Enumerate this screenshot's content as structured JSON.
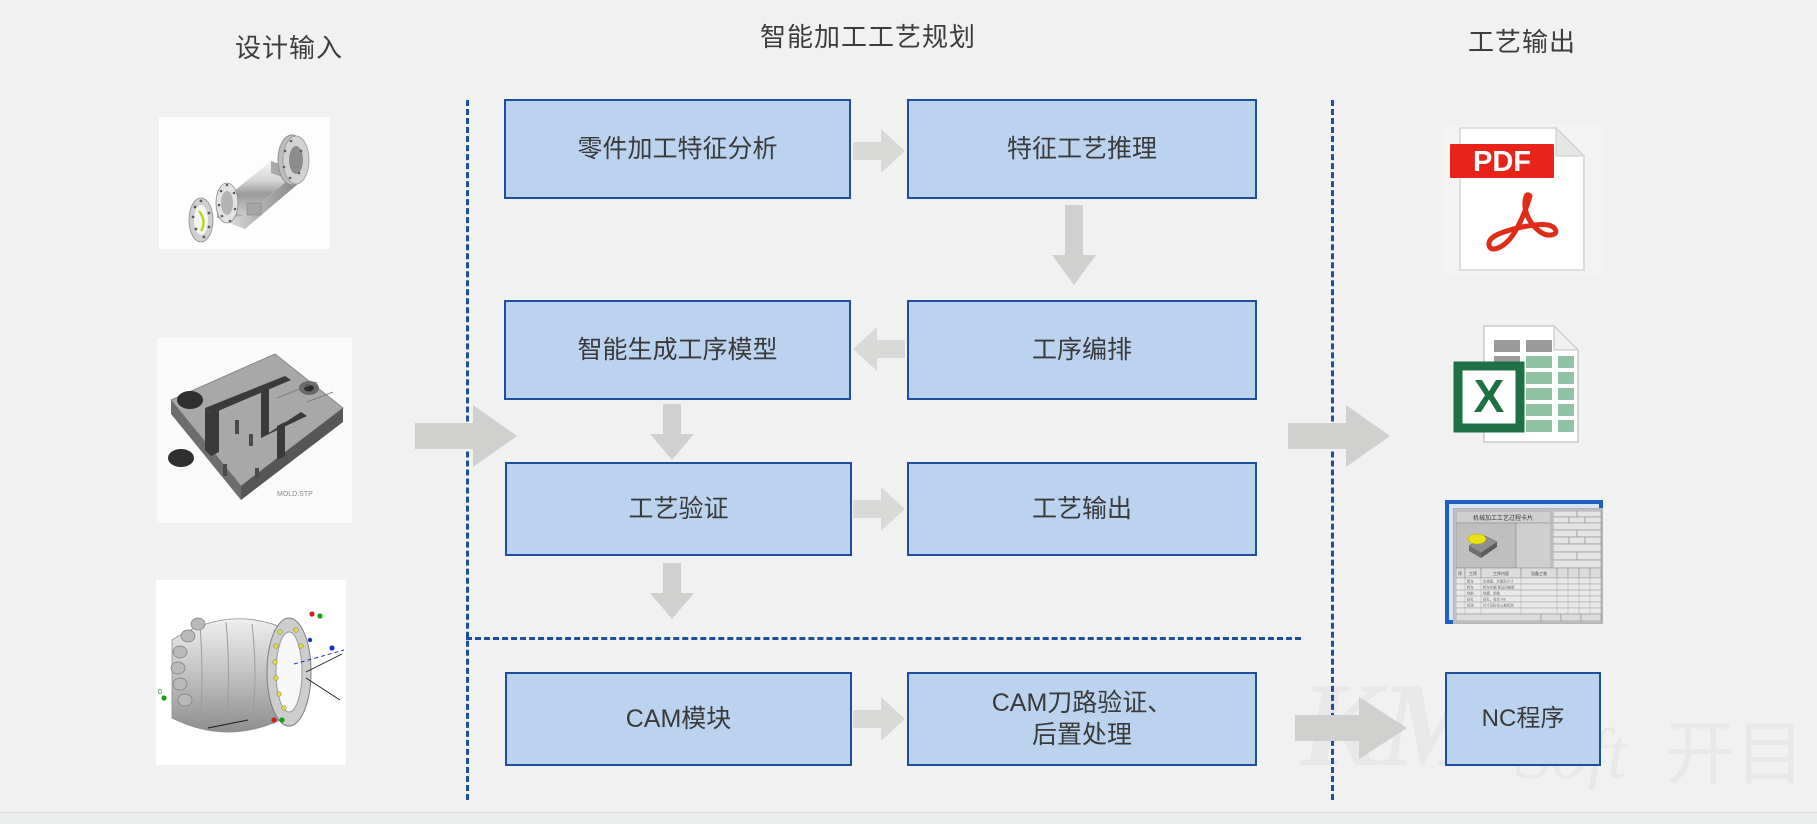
{
  "diagram": {
    "title_left": "设计输入",
    "title_center": "智能加工工艺规划",
    "title_right": "工艺输出",
    "accent_box_fill": "#bcd3f0",
    "accent_box_border": "#1f4e9c",
    "arrow_fill": "#d0d0ce",
    "dashed_guide_color": "#1f4e9c",
    "background": "#f1f1f1"
  },
  "process_boxes": [
    {
      "id": "r1c1",
      "label": "零件加工特征分析"
    },
    {
      "id": "r1c2",
      "label": "特征工艺推理"
    },
    {
      "id": "r2c1",
      "label": "智能生成工序模型"
    },
    {
      "id": "r2c2",
      "label": "工序编排"
    },
    {
      "id": "r3c1",
      "label": "工艺验证"
    },
    {
      "id": "r3c2",
      "label": "工艺输出"
    },
    {
      "id": "r4c1",
      "label": "CAM模块"
    },
    {
      "id": "r4c2_line1",
      "label": "CAM刀路验证、"
    },
    {
      "id": "r4c2_line2",
      "label": "后置处理"
    },
    {
      "id": "nc",
      "label": "NC程序"
    }
  ],
  "design_inputs": [
    {
      "name": "shaft-housing-3d-model",
      "caption": ""
    },
    {
      "name": "mold-base-plate-3d-model",
      "caption": ""
    },
    {
      "name": "engine-casing-mbd-model",
      "caption": ""
    }
  ],
  "outputs": [
    {
      "name": "pdf-document-icon",
      "badge": "PDF",
      "badge_color": "#e8241a"
    },
    {
      "name": "excel-spreadsheet-icon",
      "badge": "X",
      "badge_color": "#1e7145"
    },
    {
      "name": "process-card-icon",
      "badge": "",
      "badge_color": "#1f5fc0"
    }
  ],
  "watermark": {
    "text_main": "KM",
    "text_sub": "Soft",
    "text_cn": "开目"
  },
  "icons": {
    "arrow_right": "arrow-right-icon",
    "arrow_left": "arrow-left-icon",
    "arrow_down": "arrow-down-icon",
    "arrow_big_right": "big-arrow-right-icon"
  }
}
